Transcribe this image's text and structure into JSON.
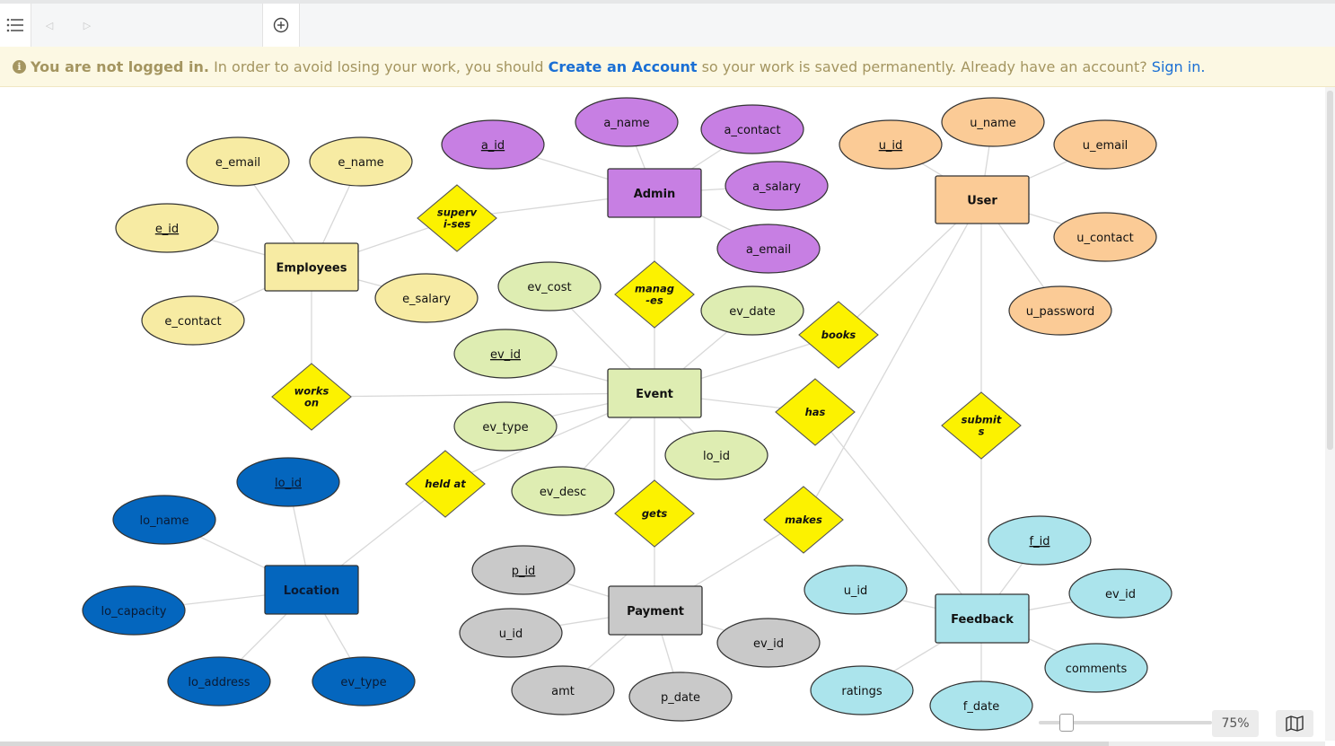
{
  "toolbar": {
    "menu_icon": "hamburger-menu-icon",
    "back_icon": "triangle-left-icon",
    "forward_icon": "triangle-right-icon",
    "add_icon": "plus-circle-icon"
  },
  "banner": {
    "strong": "You are not logged in.",
    "text1": " In order to avoid losing your work, you should ",
    "create_link": "Create an Account",
    "text2": " so your work is saved permanently. Already have an account? ",
    "signin_link": "Sign in.",
    "icon": "info-icon"
  },
  "colors": {
    "employees": "#f7eba3",
    "admin": "#c77fe3",
    "user": "#fbcb96",
    "event": "#deedb2",
    "location": "#0466be",
    "payment": "#c9c9c9",
    "feedback": "#abe4ec",
    "relationship": "#fcf200"
  },
  "diagram": {
    "entities": [
      {
        "id": "employees",
        "label": "Employees"
      },
      {
        "id": "admin",
        "label": "Admin"
      },
      {
        "id": "user",
        "label": "User"
      },
      {
        "id": "event",
        "label": "Event"
      },
      {
        "id": "location",
        "label": "Location"
      },
      {
        "id": "payment",
        "label": "Payment"
      },
      {
        "id": "feedback",
        "label": "Feedback"
      }
    ],
    "relationships": [
      {
        "id": "supervises",
        "lines": [
          "superv",
          "i-ses"
        ]
      },
      {
        "id": "manages",
        "lines": [
          "manag",
          "-es"
        ]
      },
      {
        "id": "books",
        "lines": [
          "books"
        ]
      },
      {
        "id": "works_on",
        "lines": [
          "works",
          "on"
        ]
      },
      {
        "id": "has",
        "lines": [
          "has"
        ]
      },
      {
        "id": "submits",
        "lines": [
          "submit",
          "s"
        ]
      },
      {
        "id": "held_at",
        "lines": [
          "held at"
        ]
      },
      {
        "id": "gets",
        "lines": [
          "gets"
        ]
      },
      {
        "id": "makes",
        "lines": [
          "makes"
        ]
      }
    ],
    "attributes": [
      {
        "id": "e_email",
        "label": "e_email",
        "key": false
      },
      {
        "id": "e_name",
        "label": "e_name",
        "key": false
      },
      {
        "id": "e_id",
        "label": "e_id",
        "key": true
      },
      {
        "id": "e_contact",
        "label": "e_contact",
        "key": false
      },
      {
        "id": "e_salary",
        "label": "e_salary",
        "key": false
      },
      {
        "id": "a_id",
        "label": "a_id",
        "key": true
      },
      {
        "id": "a_name",
        "label": "a_name",
        "key": false
      },
      {
        "id": "a_contact",
        "label": "a_contact",
        "key": false
      },
      {
        "id": "a_salary",
        "label": "a_salary",
        "key": false
      },
      {
        "id": "a_email",
        "label": "a_email",
        "key": false
      },
      {
        "id": "u_id",
        "label": "u_id",
        "key": true
      },
      {
        "id": "u_name",
        "label": "u_name",
        "key": false
      },
      {
        "id": "u_email",
        "label": "u_email",
        "key": false
      },
      {
        "id": "u_contact",
        "label": "u_contact",
        "key": false
      },
      {
        "id": "u_password",
        "label": "u_password",
        "key": false
      },
      {
        "id": "ev_cost",
        "label": "ev_cost",
        "key": false
      },
      {
        "id": "ev_date",
        "label": "ev_date",
        "key": false
      },
      {
        "id": "ev_id",
        "label": "ev_id",
        "key": true
      },
      {
        "id": "ev_type",
        "label": "ev_type",
        "key": false
      },
      {
        "id": "ev_lo_id",
        "label": "lo_id",
        "key": false
      },
      {
        "id": "ev_desc",
        "label": "ev_desc",
        "key": false
      },
      {
        "id": "lo_id",
        "label": "lo_id",
        "key": true
      },
      {
        "id": "lo_name",
        "label": "lo_name",
        "key": false
      },
      {
        "id": "lo_capacity",
        "label": "lo_capacity",
        "key": false
      },
      {
        "id": "lo_address",
        "label": "lo_address",
        "key": false
      },
      {
        "id": "lo_ev_type",
        "label": "ev_type",
        "key": false
      },
      {
        "id": "p_id",
        "label": "p_id",
        "key": true
      },
      {
        "id": "p_u_id",
        "label": "u_id",
        "key": false
      },
      {
        "id": "amt",
        "label": "amt",
        "key": false
      },
      {
        "id": "p_date",
        "label": "p_date",
        "key": false
      },
      {
        "id": "p_ev_id",
        "label": "ev_id",
        "key": false
      },
      {
        "id": "f_id",
        "label": "f_id",
        "key": true
      },
      {
        "id": "f_u_id",
        "label": "u_id",
        "key": false
      },
      {
        "id": "f_ev_id",
        "label": "ev_id",
        "key": false
      },
      {
        "id": "comments",
        "label": "comments",
        "key": false
      },
      {
        "id": "ratings",
        "label": "ratings",
        "key": false
      },
      {
        "id": "f_date",
        "label": "f_date",
        "key": false
      }
    ]
  },
  "zoom": {
    "label": "75%",
    "value": 0.75,
    "map_icon": "map-icon"
  }
}
